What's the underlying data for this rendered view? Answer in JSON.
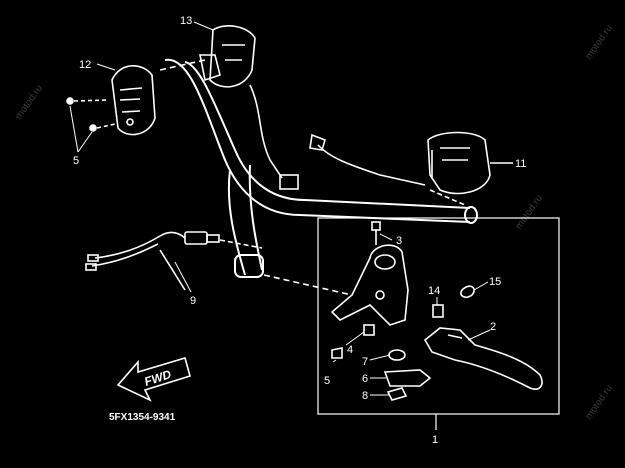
{
  "diagram": {
    "drawing_code": "5FX1354-9341",
    "direction_label": "FWD",
    "watermark": "motod.ru",
    "callouts": {
      "c1": "1",
      "c2": "2",
      "c3": "3",
      "c4": "4",
      "c5a": "5",
      "c5b": "5",
      "c6": "6",
      "c7": "7",
      "c8": "8",
      "c9": "9",
      "c11": "11",
      "c12": "12",
      "c13": "13",
      "c14": "14",
      "c15": "15"
    }
  }
}
